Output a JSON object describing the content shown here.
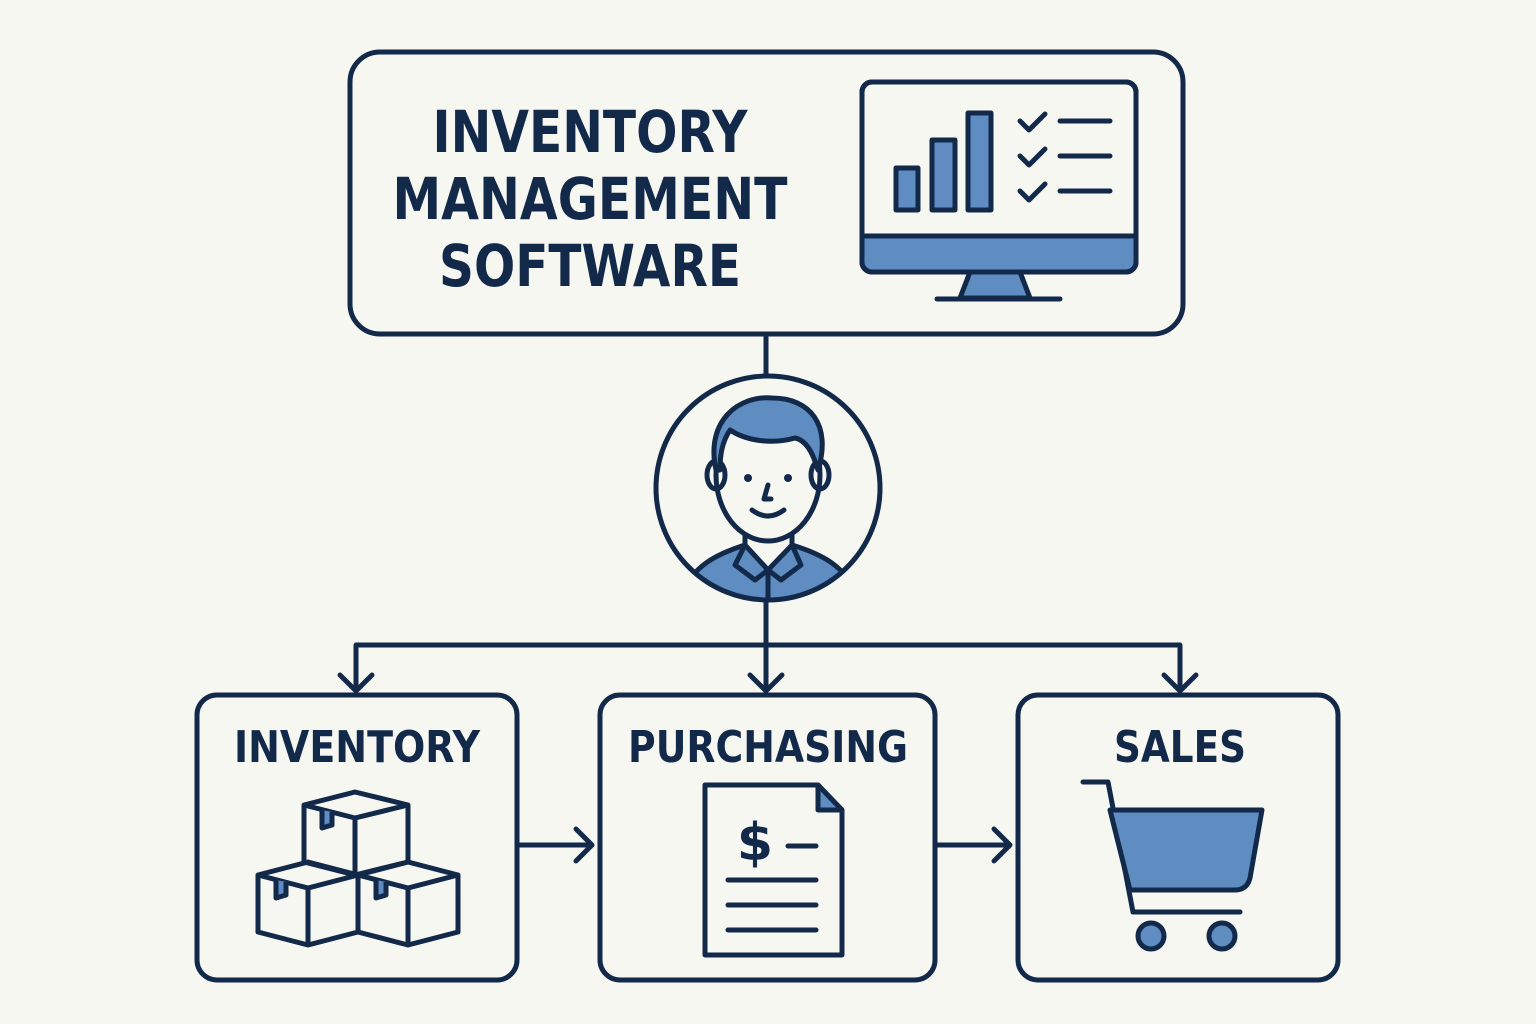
{
  "top": {
    "title_lines": [
      "INVENTORY",
      "MANAGEMENT",
      "SOFTWARE"
    ],
    "icon": "monitor-dashboard-icon"
  },
  "user": {
    "icon": "user-avatar-icon"
  },
  "modules": [
    {
      "label": "INVENTORY",
      "icon": "boxes-icon"
    },
    {
      "label": "PURCHASING",
      "icon": "invoice-document-icon",
      "doc_symbol": "$"
    },
    {
      "label": "SALES",
      "icon": "shopping-cart-icon"
    }
  ],
  "colors": {
    "stroke": "#12294a",
    "fill": "#5f8cc1",
    "background": "#f7f7f2"
  }
}
